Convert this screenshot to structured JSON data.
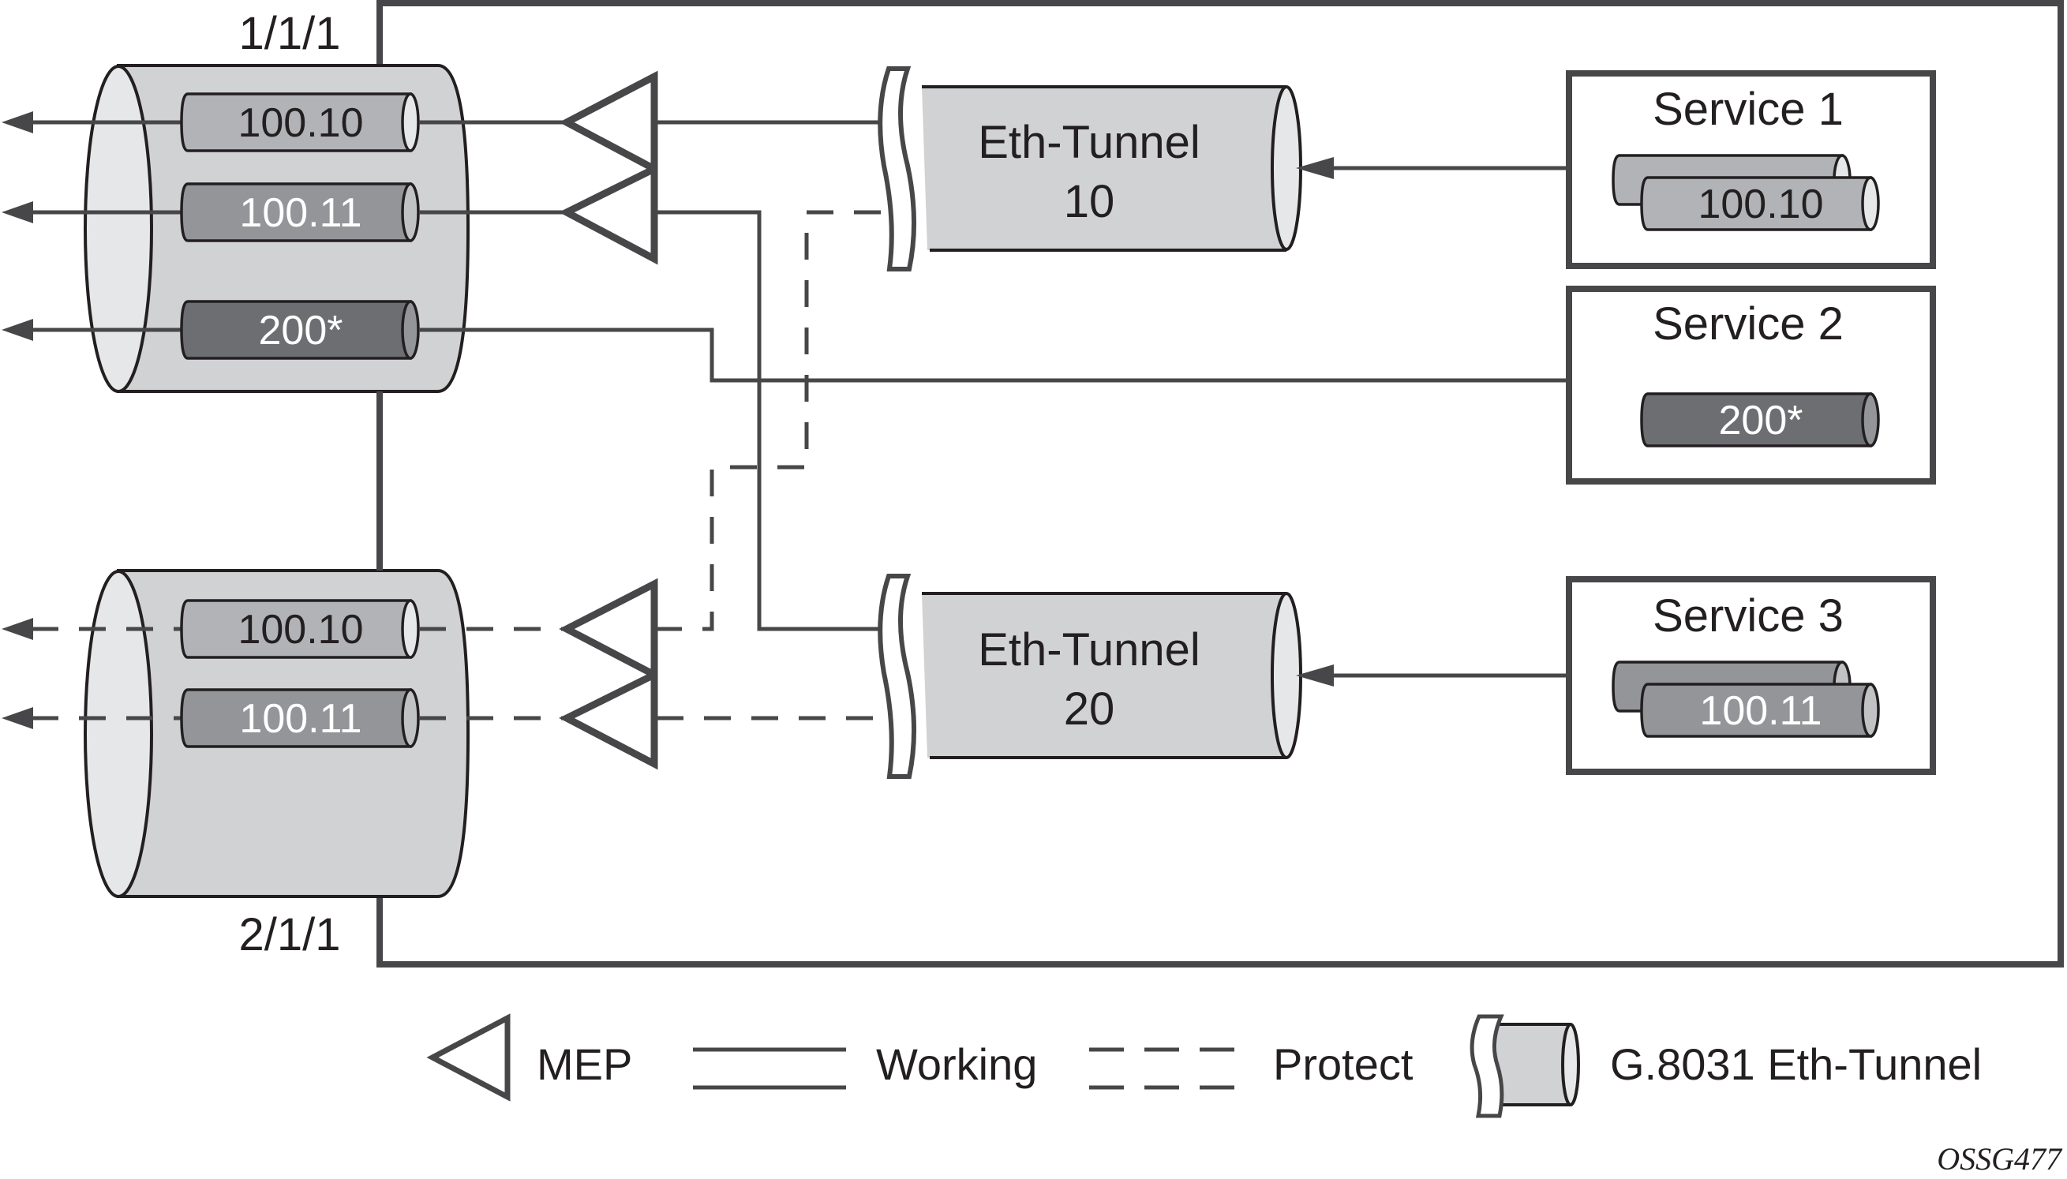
{
  "figure_ref": "OSSG477",
  "colors": {
    "line": "#474749",
    "port_body": "#d1d2d4",
    "port_face": "#e6e7e8",
    "pipe_light": "#b1b3b6",
    "pipe_mid": "#939598",
    "pipe_dark": "#6d6e71",
    "tunnel_body": "#d1d2d4"
  },
  "ports": [
    {
      "label": "1/1/1",
      "saps": [
        {
          "label": "100.10",
          "shade": "light",
          "link": "working"
        },
        {
          "label": "100.11",
          "shade": "mid",
          "link": "working"
        },
        {
          "label": "200*",
          "shade": "dark",
          "link": "working"
        }
      ]
    },
    {
      "label": "2/1/1",
      "saps": [
        {
          "label": "100.10",
          "shade": "light",
          "link": "protect"
        },
        {
          "label": "100.11",
          "shade": "mid",
          "link": "protect"
        }
      ]
    }
  ],
  "tunnels": [
    {
      "line1": "Eth-Tunnel",
      "line2": "10"
    },
    {
      "line1": "Eth-Tunnel",
      "line2": "20"
    }
  ],
  "services": [
    {
      "title": "Service 1",
      "sap": "100.10",
      "shade": "light",
      "stacked": true
    },
    {
      "title": "Service 2",
      "sap": "200*",
      "shade": "dark",
      "stacked": false
    },
    {
      "title": "Service 3",
      "sap": "100.11",
      "shade": "mid",
      "stacked": true
    }
  ],
  "legend": {
    "mep": "MEP",
    "working": "Working",
    "protect": "Protect",
    "tunnel": "G.8031 Eth-Tunnel"
  }
}
